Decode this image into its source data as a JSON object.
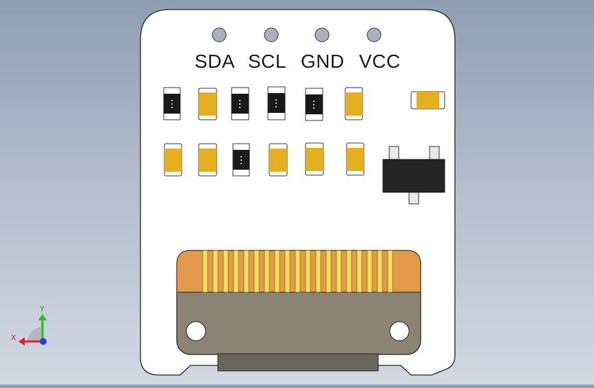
{
  "board": {
    "pin_labels": [
      "SDA",
      "SCL",
      "GND",
      "VCC"
    ]
  },
  "triad": {
    "x_label": "X",
    "y_label": "Y"
  },
  "colors": {
    "background_top": "#8f9eb3",
    "board": "#ffffff",
    "board_edge": "#202020",
    "hole": "#a9b1bd",
    "capacitor_body": "#e4b020",
    "resistor_body": "#1a1a1a",
    "fpc_orange": "#e39a4a",
    "fpc_pin": "#f5e05a",
    "fpc_body": "#8b8374",
    "transistor": "#252525",
    "axis_x": "#e02020",
    "axis_y": "#20c020",
    "axis_z": "#2040e0"
  },
  "icons": {
    "triad": "coordinate-axes-icon"
  }
}
